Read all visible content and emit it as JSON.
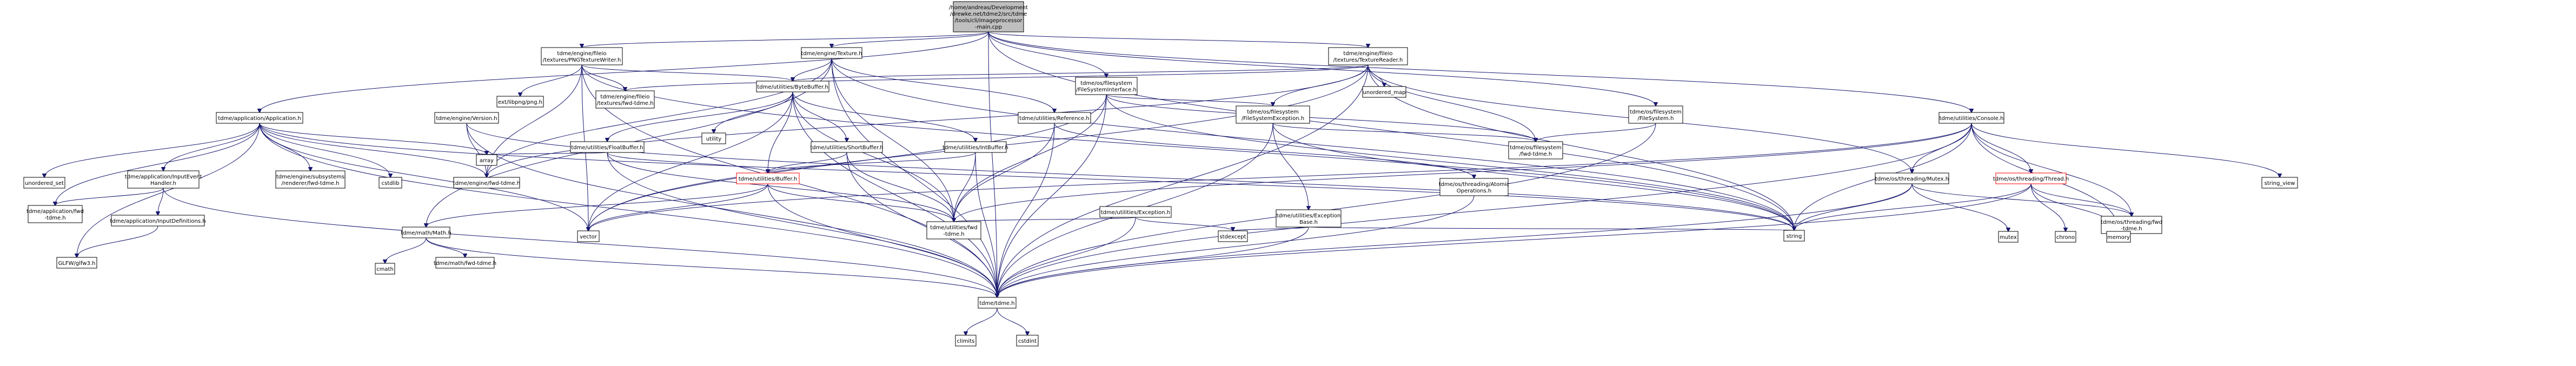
{
  "nodes": [
    {
      "id": "root",
      "lines": [
        "/home/andreas/Development",
        "/drewke.net/tdme2/src/tdme",
        "/tools/cli/imageprocessor",
        "-main.cpp"
      ],
      "kind": "root"
    },
    {
      "id": "app",
      "lines": [
        "tdme/application/Application.h"
      ],
      "kind": "normal"
    },
    {
      "id": "texwriter",
      "lines": [
        "tdme/engine/fileio",
        "/textures/PNGTextureWriter.h"
      ],
      "kind": "normal"
    },
    {
      "id": "texture",
      "lines": [
        "tdme/engine/Texture.h"
      ],
      "kind": "normal"
    },
    {
      "id": "texreader",
      "lines": [
        "tdme/engine/fileio",
        "/textures/TextureReader.h"
      ],
      "kind": "normal"
    },
    {
      "id": "fsi",
      "lines": [
        "tdme/os/filesystem",
        "/FileSystemInterface.h"
      ],
      "kind": "normal"
    },
    {
      "id": "fs",
      "lines": [
        "tdme/os/filesystem",
        "/FileSystem.h"
      ],
      "kind": "normal"
    },
    {
      "id": "console",
      "lines": [
        "tdme/utilities/Console.h"
      ],
      "kind": "normal"
    },
    {
      "id": "libpng",
      "lines": [
        "ext/libpng/png.h"
      ],
      "kind": "normal"
    },
    {
      "id": "texfwd",
      "lines": [
        "tdme/engine/fileio",
        "/textures/fwd-tdme.h"
      ],
      "kind": "normal"
    },
    {
      "id": "bytebuf",
      "lines": [
        "tdme/utilities/ByteBuffer.h"
      ],
      "kind": "normal"
    },
    {
      "id": "version",
      "lines": [
        "tdme/engine/Version.h"
      ],
      "kind": "normal"
    },
    {
      "id": "reference",
      "lines": [
        "tdme/utilities/Reference.h"
      ],
      "kind": "normal"
    },
    {
      "id": "fse",
      "lines": [
        "tdme/os/filesystem",
        "/FileSystemException.h"
      ],
      "kind": "normal"
    },
    {
      "id": "unmap",
      "lines": [
        "unordered_map"
      ],
      "kind": "normal"
    },
    {
      "id": "floatbuf",
      "lines": [
        "tdme/utilities/FloatBuffer.h"
      ],
      "kind": "normal"
    },
    {
      "id": "shortbuf",
      "lines": [
        "tdme/utilities/ShortBuffer.h"
      ],
      "kind": "normal"
    },
    {
      "id": "intbuf",
      "lines": [
        "tdme/utilities/IntBuffer.h"
      ],
      "kind": "normal"
    },
    {
      "id": "utility",
      "lines": [
        "utility"
      ],
      "kind": "normal"
    },
    {
      "id": "array",
      "lines": [
        "array"
      ],
      "kind": "normal"
    },
    {
      "id": "buffer",
      "lines": [
        "tdme/utilities/Buffer.h"
      ],
      "kind": "red"
    },
    {
      "id": "engfwd",
      "lines": [
        "tdme/engine/fwd-tdme.h"
      ],
      "kind": "normal"
    },
    {
      "id": "utilexc",
      "lines": [
        "tdme/utilities/Exception.h"
      ],
      "kind": "normal"
    },
    {
      "id": "excbase",
      "lines": [
        "tdme/utilities/Exception",
        "Base.h"
      ],
      "kind": "normal"
    },
    {
      "id": "atomic",
      "lines": [
        "tdme/os/threading/Atomic",
        "Operations.h"
      ],
      "kind": "normal"
    },
    {
      "id": "fsfwd",
      "lines": [
        "tdme/os/filesystem",
        "/fwd-tdme.h"
      ],
      "kind": "normal"
    },
    {
      "id": "mutex",
      "lines": [
        "tdme/os/threading/Mutex.h"
      ],
      "kind": "normal"
    },
    {
      "id": "thread",
      "lines": [
        "tdme/os/threading/Thread.h"
      ],
      "kind": "red"
    },
    {
      "id": "stringview",
      "lines": [
        "string_view"
      ],
      "kind": "normal"
    },
    {
      "id": "unset",
      "lines": [
        "unordered_set"
      ],
      "kind": "normal"
    },
    {
      "id": "inputeh",
      "lines": [
        "tdme/application/InputEvent",
        "Handler.h"
      ],
      "kind": "normal"
    },
    {
      "id": "renderer",
      "lines": [
        "tdme/engine/subsystems",
        "/renderer/fwd-tdme.h"
      ],
      "kind": "normal"
    },
    {
      "id": "cstdlib",
      "lines": [
        "cstdlib"
      ],
      "kind": "normal"
    },
    {
      "id": "appfwd",
      "lines": [
        "tdme/application/fwd",
        "-tdme.h"
      ],
      "kind": "normal"
    },
    {
      "id": "inputdefs",
      "lines": [
        "tdme/application/InputDefinitions.h"
      ],
      "kind": "normal"
    },
    {
      "id": "glfw",
      "lines": [
        "GLFW/glfw3.h"
      ],
      "kind": "normal"
    },
    {
      "id": "mathh",
      "lines": [
        "tdme/math/Math.h"
      ],
      "kind": "normal"
    },
    {
      "id": "cmath",
      "lines": [
        "cmath"
      ],
      "kind": "normal"
    },
    {
      "id": "mathfwd",
      "lines": [
        "tdme/math/fwd-tdme.h"
      ],
      "kind": "normal"
    },
    {
      "id": "vector",
      "lines": [
        "vector"
      ],
      "kind": "normal"
    },
    {
      "id": "utilfwd",
      "lines": [
        "tdme/utilities/fwd",
        "-tdme.h"
      ],
      "kind": "normal"
    },
    {
      "id": "string",
      "lines": [
        "string"
      ],
      "kind": "normal"
    },
    {
      "id": "stdexcept",
      "lines": [
        "stdexcept"
      ],
      "kind": "normal"
    },
    {
      "id": "threadfwd",
      "lines": [
        "tdme/os/threading/fwd",
        "-tdme.h"
      ],
      "kind": "normal"
    },
    {
      "id": "mutexstd",
      "lines": [
        "mutex"
      ],
      "kind": "normal"
    },
    {
      "id": "chrono",
      "lines": [
        "chrono"
      ],
      "kind": "normal"
    },
    {
      "id": "memory",
      "lines": [
        "memory"
      ],
      "kind": "normal"
    },
    {
      "id": "tdmeh",
      "lines": [
        "tdme/tdme.h"
      ],
      "kind": "normal"
    },
    {
      "id": "climits",
      "lines": [
        "climits"
      ],
      "kind": "normal"
    },
    {
      "id": "cstdint",
      "lines": [
        "cstdint"
      ],
      "kind": "normal"
    }
  ],
  "edges": [
    [
      "root",
      "app"
    ],
    [
      "root",
      "texwriter"
    ],
    [
      "root",
      "texture"
    ],
    [
      "root",
      "texreader"
    ],
    [
      "root",
      "fsi"
    ],
    [
      "root",
      "fs"
    ],
    [
      "root",
      "console"
    ],
    [
      "root",
      "tdmeh"
    ],
    [
      "root",
      "string"
    ],
    [
      "app",
      "unset"
    ],
    [
      "app",
      "inputeh"
    ],
    [
      "app",
      "renderer"
    ],
    [
      "app",
      "cstdlib"
    ],
    [
      "app",
      "appfwd"
    ],
    [
      "app",
      "glfw"
    ],
    [
      "app",
      "array"
    ],
    [
      "app",
      "engfwd"
    ],
    [
      "app",
      "string"
    ],
    [
      "app",
      "vector"
    ],
    [
      "app",
      "tdmeh"
    ],
    [
      "texwriter",
      "libpng"
    ],
    [
      "texwriter",
      "texfwd"
    ],
    [
      "texwriter",
      "bytebuf"
    ],
    [
      "texwriter",
      "engfwd"
    ],
    [
      "texwriter",
      "string"
    ],
    [
      "texwriter",
      "vector"
    ],
    [
      "texwriter",
      "tdmeh"
    ],
    [
      "texture",
      "bytebuf"
    ],
    [
      "texture",
      "reference"
    ],
    [
      "texture",
      "mathh"
    ],
    [
      "texture",
      "engfwd"
    ],
    [
      "texture",
      "string"
    ],
    [
      "texture",
      "tdmeh"
    ],
    [
      "texture",
      "utilfwd"
    ],
    [
      "texreader",
      "texfwd"
    ],
    [
      "texreader",
      "bytebuf"
    ],
    [
      "texreader",
      "fse"
    ],
    [
      "texreader",
      "fsfwd"
    ],
    [
      "texreader",
      "mutex"
    ],
    [
      "texreader",
      "unmap"
    ],
    [
      "texreader",
      "string"
    ],
    [
      "texreader",
      "vector"
    ],
    [
      "texreader",
      "tdmeh"
    ],
    [
      "texreader",
      "engfwd"
    ],
    [
      "fsi",
      "fse"
    ],
    [
      "fsi",
      "fsfwd"
    ],
    [
      "fsi",
      "string"
    ],
    [
      "fsi",
      "vector"
    ],
    [
      "fsi",
      "tdmeh"
    ],
    [
      "fsi",
      "utilfwd"
    ],
    [
      "fs",
      "fsfwd"
    ],
    [
      "fs",
      "tdmeh"
    ],
    [
      "console",
      "mutex"
    ],
    [
      "console",
      "thread"
    ],
    [
      "console",
      "stringview"
    ],
    [
      "console",
      "memory"
    ],
    [
      "console",
      "string"
    ],
    [
      "console",
      "tdmeh"
    ],
    [
      "console",
      "vector"
    ],
    [
      "console",
      "utilfwd"
    ],
    [
      "console",
      "threadfwd"
    ],
    [
      "bytebuf",
      "floatbuf"
    ],
    [
      "bytebuf",
      "shortbuf"
    ],
    [
      "bytebuf",
      "intbuf"
    ],
    [
      "bytebuf",
      "utility"
    ],
    [
      "bytebuf",
      "buffer"
    ],
    [
      "bytebuf",
      "vector"
    ],
    [
      "bytebuf",
      "tdmeh"
    ],
    [
      "bytebuf",
      "utilfwd"
    ],
    [
      "version",
      "engfwd"
    ],
    [
      "version",
      "string"
    ],
    [
      "version",
      "tdmeh"
    ],
    [
      "reference",
      "atomic"
    ],
    [
      "reference",
      "utilfwd"
    ],
    [
      "reference",
      "tdmeh"
    ],
    [
      "fse",
      "excbase"
    ],
    [
      "fse",
      "fsfwd"
    ],
    [
      "fse",
      "string"
    ],
    [
      "fse",
      "tdmeh"
    ],
    [
      "floatbuf",
      "array"
    ],
    [
      "floatbuf",
      "buffer"
    ],
    [
      "floatbuf",
      "tdmeh"
    ],
    [
      "floatbuf",
      "utilfwd"
    ],
    [
      "shortbuf",
      "buffer"
    ],
    [
      "shortbuf",
      "tdmeh"
    ],
    [
      "shortbuf",
      "utilfwd"
    ],
    [
      "intbuf",
      "buffer"
    ],
    [
      "intbuf",
      "tdmeh"
    ],
    [
      "intbuf",
      "utilfwd"
    ],
    [
      "buffer",
      "mathh"
    ],
    [
      "buffer",
      "vector"
    ],
    [
      "buffer",
      "tdmeh"
    ],
    [
      "buffer",
      "utilfwd"
    ],
    [
      "utilexc",
      "utilfwd"
    ],
    [
      "utilexc",
      "stdexcept"
    ],
    [
      "utilexc",
      "tdmeh"
    ],
    [
      "excbase",
      "stdexcept"
    ],
    [
      "excbase",
      "string"
    ],
    [
      "excbase",
      "tdmeh"
    ],
    [
      "atomic",
      "tdmeh"
    ],
    [
      "mutex",
      "mutexstd"
    ],
    [
      "mutex",
      "string"
    ],
    [
      "mutex",
      "threadfwd"
    ],
    [
      "mutex",
      "tdmeh"
    ],
    [
      "thread",
      "chrono"
    ],
    [
      "thread",
      "memory"
    ],
    [
      "thread",
      "string"
    ],
    [
      "thread",
      "threadfwd"
    ],
    [
      "thread",
      "tdmeh"
    ],
    [
      "inputeh",
      "appfwd"
    ],
    [
      "inputeh",
      "inputdefs"
    ],
    [
      "inputeh",
      "tdmeh"
    ],
    [
      "inputdefs",
      "glfw"
    ],
    [
      "mathh",
      "cmath"
    ],
    [
      "mathh",
      "mathfwd"
    ],
    [
      "mathh",
      "tdmeh"
    ],
    [
      "tdmeh",
      "climits"
    ],
    [
      "tdmeh",
      "cstdint"
    ]
  ]
}
